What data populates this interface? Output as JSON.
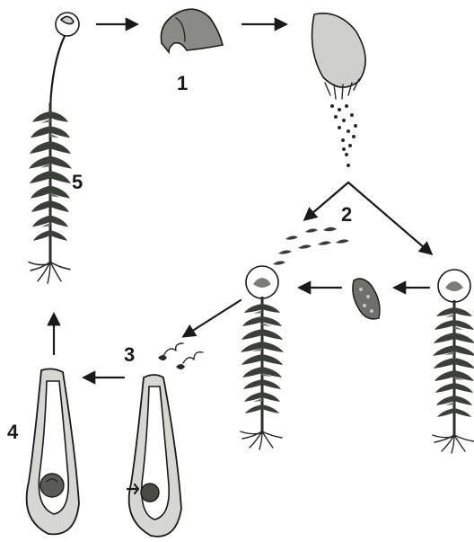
{
  "labels": {
    "stage_1": "1",
    "stage_2": "2",
    "stage_3": "3",
    "stage_4": "4",
    "stage_5": "5"
  },
  "colors": {
    "ink": "#1a1a1a",
    "plant": "#3a3f39",
    "capsule": "#cfcfcf",
    "background": "#ffffff"
  }
}
